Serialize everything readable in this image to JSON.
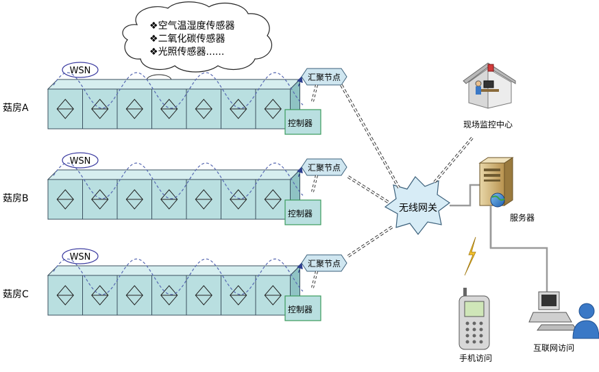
{
  "cloud": {
    "items": [
      "空气温湿度传感器",
      "二氧化碳传感器",
      "光照传感器......"
    ],
    "bullet": "❖"
  },
  "rooms": [
    {
      "label": "菇房A",
      "wsn": "WSN",
      "node": "汇聚节点",
      "controller": "控制器"
    },
    {
      "label": "菇房B",
      "wsn": "WSN",
      "node": "汇聚节点",
      "controller": "控制器"
    },
    {
      "label": "菇房C",
      "wsn": "WSN",
      "node": "汇聚节点",
      "controller": "控制器"
    }
  ],
  "gateway": "无线网关",
  "monitor": "现场监控中心",
  "server": "服务器",
  "phone": "手机访问",
  "internet": "互联网访问",
  "colors": {
    "box_fill": "#b9dfe0",
    "box_top": "#d6eeef",
    "box_stroke": "#3a4f5e",
    "dash": "#2c3f8f",
    "wave": "#5566b0",
    "node_fill": "#cfe6f0",
    "star_fill": "#d7ecf6",
    "controller_stroke": "#3a9a5a",
    "server": "#c9a86a",
    "person": "#3a78c6"
  }
}
